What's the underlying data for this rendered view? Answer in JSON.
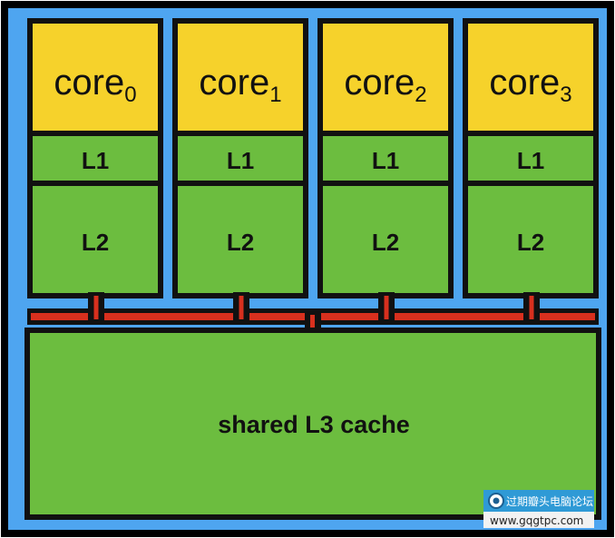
{
  "colors": {
    "outer_border": "#000000",
    "chip_background": "#4ea5f0",
    "core": "#f6d22b",
    "cache": "#6cbd3f",
    "bus": "#d8301e",
    "stroke": "#111111",
    "watermark_bg": "#2f9ad6"
  },
  "cores": [
    {
      "name": "core",
      "index": "0",
      "l1": "L1",
      "l2": "L2"
    },
    {
      "name": "core",
      "index": "1",
      "l1": "L1",
      "l2": "L2"
    },
    {
      "name": "core",
      "index": "2",
      "l1": "L1",
      "l2": "L2"
    },
    {
      "name": "core",
      "index": "3",
      "l1": "L1",
      "l2": "L2"
    }
  ],
  "shared_cache": {
    "label": "shared L3 cache"
  },
  "watermark": {
    "line1": "过期瓣头电脑论坛",
    "line2": "www.gqgtpc.com",
    "icon": "circle-logo-icon"
  }
}
